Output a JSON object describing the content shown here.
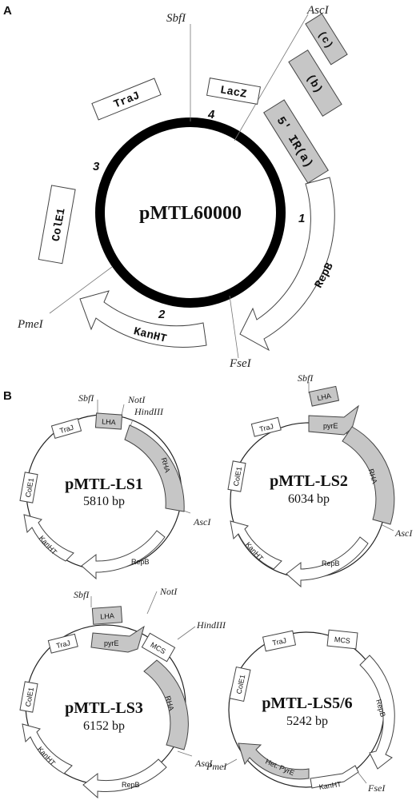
{
  "panels": {
    "A": "A",
    "B": "B"
  },
  "plasmidA": {
    "name": "pMTL60000",
    "features": {
      "lacz": "LacZ",
      "traj": "TraJ",
      "cole1": "ColE1",
      "kanht": "KanHT",
      "repb": "RepB",
      "ir": "5' IR(a)",
      "b": "(b)",
      "c": "(c)"
    },
    "sites": {
      "sbfi": "SbfI",
      "asci": "AscI",
      "pmei": "PmeI",
      "fsei": "FseI"
    },
    "modules": {
      "m1": "1",
      "m2": "2",
      "m3": "3",
      "m4": "4"
    }
  },
  "ls1": {
    "name": "pMTL-LS1",
    "size": "5810 bp",
    "features": {
      "traj": "TraJ",
      "lha": "LHA",
      "rha": "RHA",
      "cole1": "ColE1",
      "kanht": "KanHT",
      "repb": "RepB"
    },
    "sites": {
      "sbfi": "SbfI",
      "noti": "NotI",
      "hindiii": "HindIII",
      "asci": "AscI"
    }
  },
  "ls2": {
    "name": "pMTL-LS2",
    "size": "6034 bp",
    "features": {
      "lha": "LHA",
      "traj": "TraJ",
      "pyre": "pyrE",
      "rha": "RHA",
      "cole1": "ColE1",
      "kanht": "KanHT",
      "repb": "RepB"
    },
    "sites": {
      "sbfi": "SbfI",
      "asci": "AscI"
    }
  },
  "ls3": {
    "name": "pMTL-LS3",
    "size": "6152 bp",
    "features": {
      "lha": "LHA",
      "traj": "TraJ",
      "pyre": "pyrE",
      "mcs": "MCS",
      "rha": "RHA",
      "cole1": "ColE1",
      "kanht": "KanHT",
      "repb": "RepB"
    },
    "sites": {
      "sbfi": "SbfI",
      "noti": "NotI",
      "hindiii": "HindIII",
      "asci": "AscI"
    }
  },
  "ls56": {
    "name": "pMTL-LS5/6",
    "size": "5242 bp",
    "features": {
      "traj": "TraJ",
      "mcs": "MCS",
      "repb": "RepB",
      "cole1": "ColE1",
      "kanht": "KanHT",
      "hetpyre": "Het. PyrE"
    },
    "sites": {
      "pmei": "PmeI",
      "fsei": "FseI"
    }
  }
}
